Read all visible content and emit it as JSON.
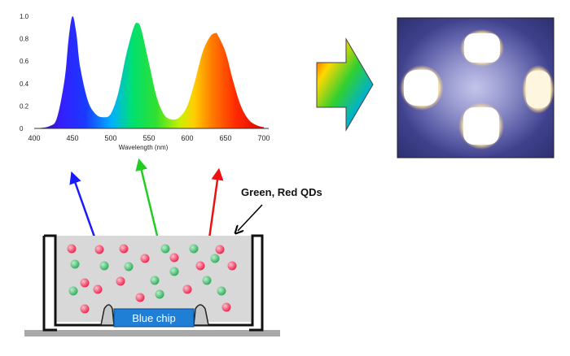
{
  "spectrum": {
    "xlabel": "Wavelength (nm)",
    "x_ticks": [
      "400",
      "450",
      "500",
      "550",
      "600",
      "650",
      "700"
    ],
    "y_ticks": [
      "0",
      "0.2",
      "0.4",
      "0.6",
      "0.8",
      "1.0"
    ],
    "x_range": [
      400,
      700
    ],
    "y_range": [
      0,
      1.0
    ]
  },
  "chart_data": {
    "type": "area",
    "xlabel": "Wavelength (nm)",
    "ylabel": "",
    "xlim": [
      400,
      700
    ],
    "ylim": [
      0,
      1.0
    ],
    "grid": false,
    "peaks": [
      {
        "wavelength": 450,
        "intensity": 1.0
      },
      {
        "wavelength": 533,
        "intensity": 0.94
      },
      {
        "wavelength": 637,
        "intensity": 0.85
      }
    ],
    "x": [
      400,
      420,
      430,
      440,
      445,
      450,
      455,
      460,
      470,
      480,
      490,
      500,
      510,
      520,
      530,
      535,
      540,
      550,
      560,
      570,
      580,
      590,
      600,
      610,
      620,
      630,
      637,
      640,
      650,
      660,
      670,
      680,
      690,
      700
    ],
    "values": [
      0.0,
      0.02,
      0.1,
      0.45,
      0.8,
      1.0,
      0.85,
      0.55,
      0.25,
      0.13,
      0.1,
      0.13,
      0.32,
      0.65,
      0.9,
      0.94,
      0.88,
      0.58,
      0.28,
      0.12,
      0.08,
      0.1,
      0.2,
      0.42,
      0.68,
      0.82,
      0.85,
      0.83,
      0.68,
      0.42,
      0.2,
      0.08,
      0.03,
      0.01
    ]
  },
  "diagram": {
    "qd_label": "Green, Red QDs",
    "chip_label": "Blue chip"
  },
  "colors": {
    "blue_ray": "#1a1aff",
    "green_ray": "#22cc22",
    "red_ray": "#ee1111",
    "qd_green": "#3fbf6f",
    "qd_red": "#f0406a",
    "chip": "#1f7fd6",
    "led_bg": "#3a3d8a"
  },
  "icons": {
    "arrow": "right-arrow-icon"
  }
}
